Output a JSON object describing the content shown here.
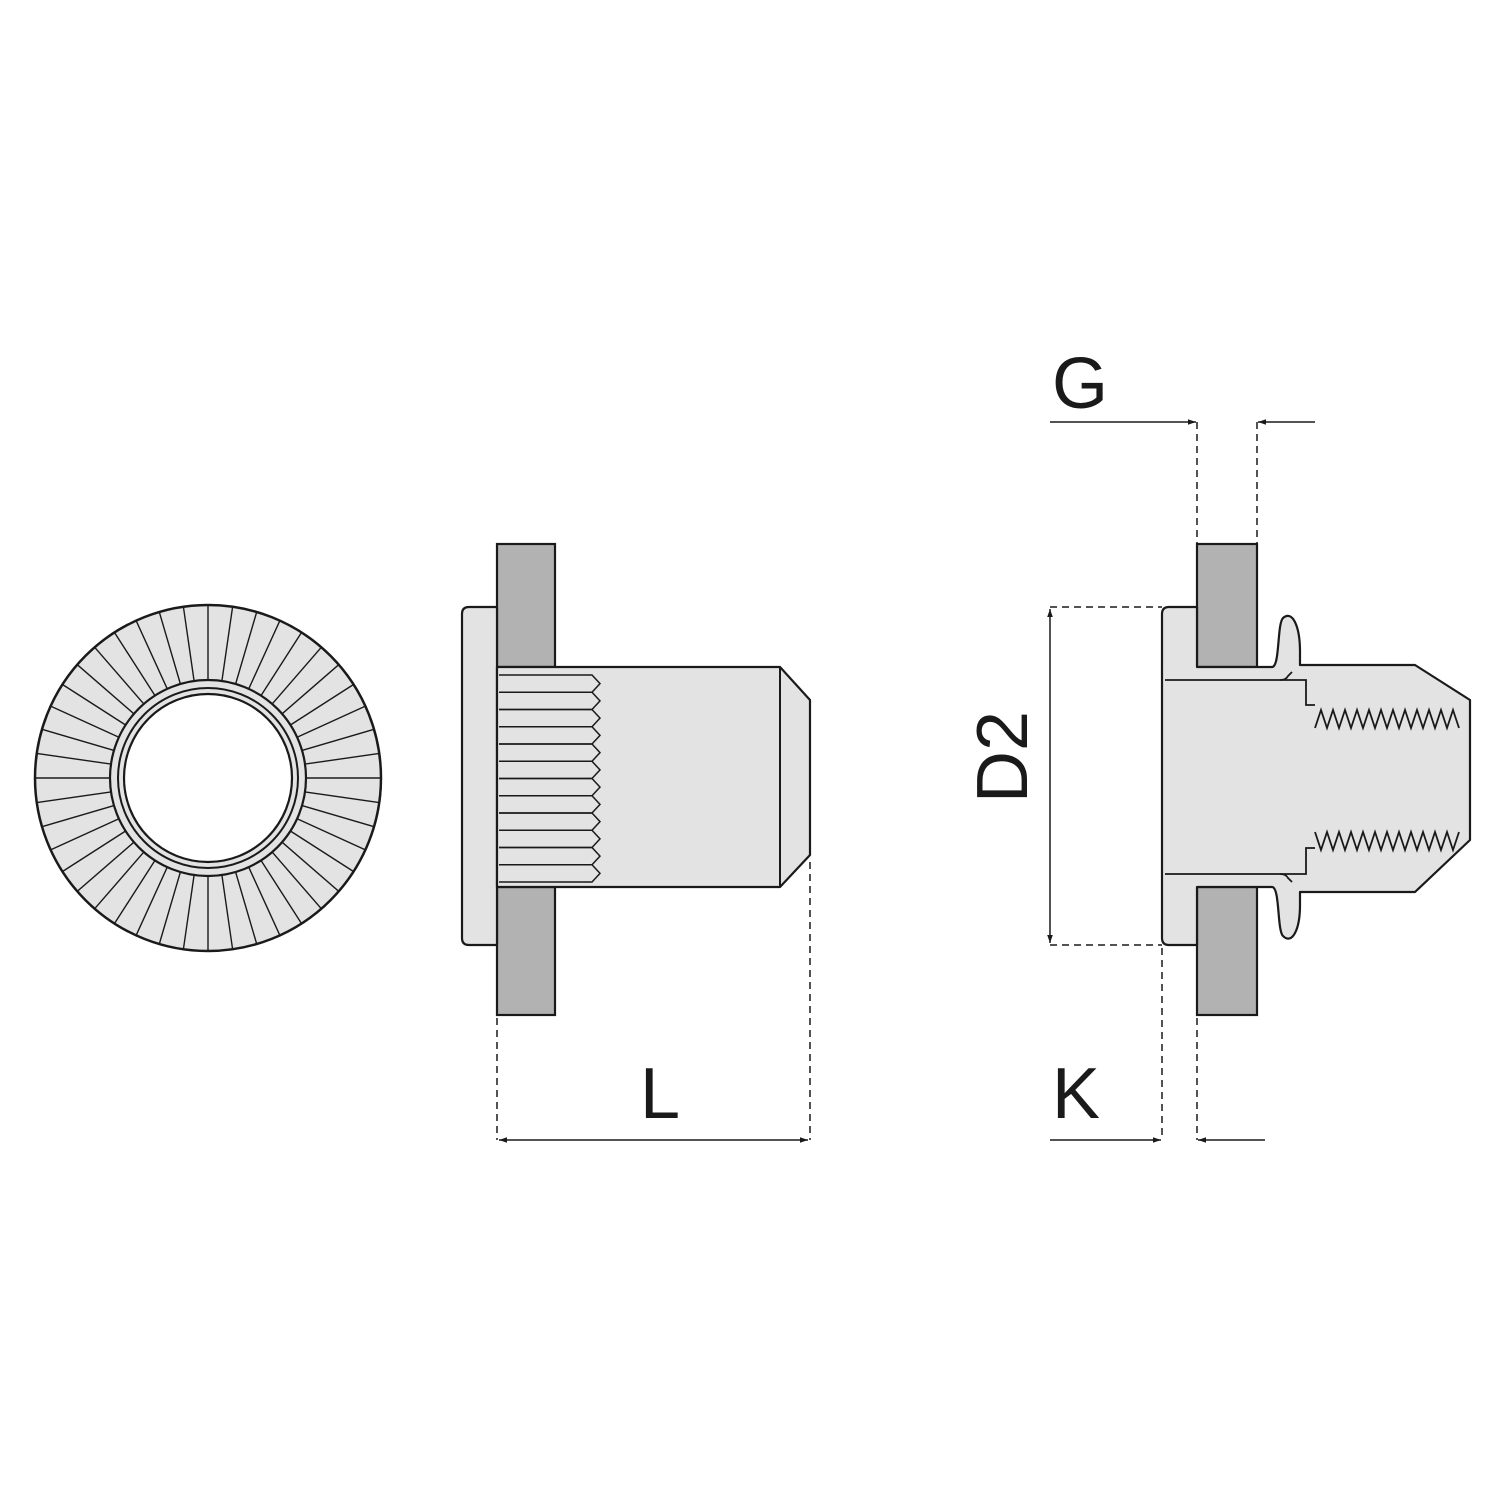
{
  "colors": {
    "background": "#ffffff",
    "outline": "#1a1a1a",
    "part_fill": "#e3e3e3",
    "sheet_fill": "#b2b2b2"
  },
  "labels": {
    "grip_range": "G",
    "length": "L",
    "head_diameter": "D2",
    "head_height": "K"
  }
}
